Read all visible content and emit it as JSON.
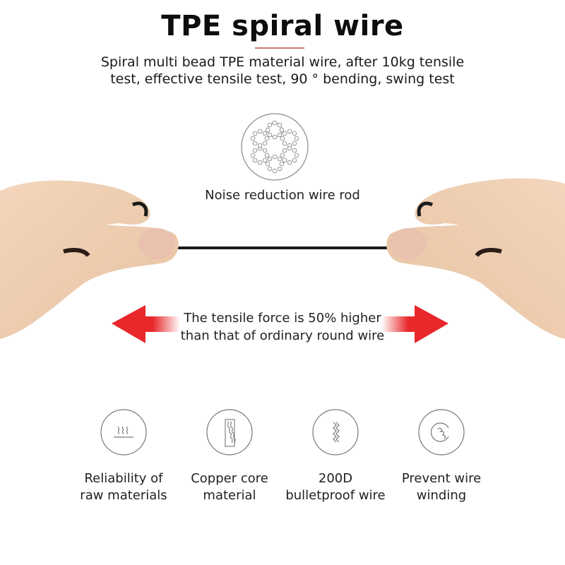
{
  "header": {
    "title": "TPE spiral wire",
    "subtitle_line1": "Spiral multi bead TPE material wire, after 10kg tensile",
    "subtitle_line2": "test, effective tensile test, 90 ° bending, swing test",
    "rule_color": "#c97a7a"
  },
  "cross_section": {
    "icon": "wire-cross-section-icon",
    "label": "Noise reduction wire rod"
  },
  "tensile": {
    "line1": "The tensile force is 50% higher",
    "line2": "than that of ordinary round wire",
    "arrow_color": "#e8282b",
    "arrow_icon": "double-arrow-icon"
  },
  "features": [
    {
      "icon": "heat-waves-icon",
      "line1": "Reliability of",
      "line2": "raw materials"
    },
    {
      "icon": "copper-core-icon",
      "line1": "Copper core",
      "line2": "material"
    },
    {
      "icon": "zigzag-wire-icon",
      "line1": "200D",
      "line2": "bulletproof wire"
    },
    {
      "icon": "coil-winding-icon",
      "line1": "Prevent wire",
      "line2": "winding"
    }
  ],
  "colors": {
    "skin": "#efcfb2",
    "wire": "#1a1a1a",
    "icon_stroke": "#777777"
  }
}
